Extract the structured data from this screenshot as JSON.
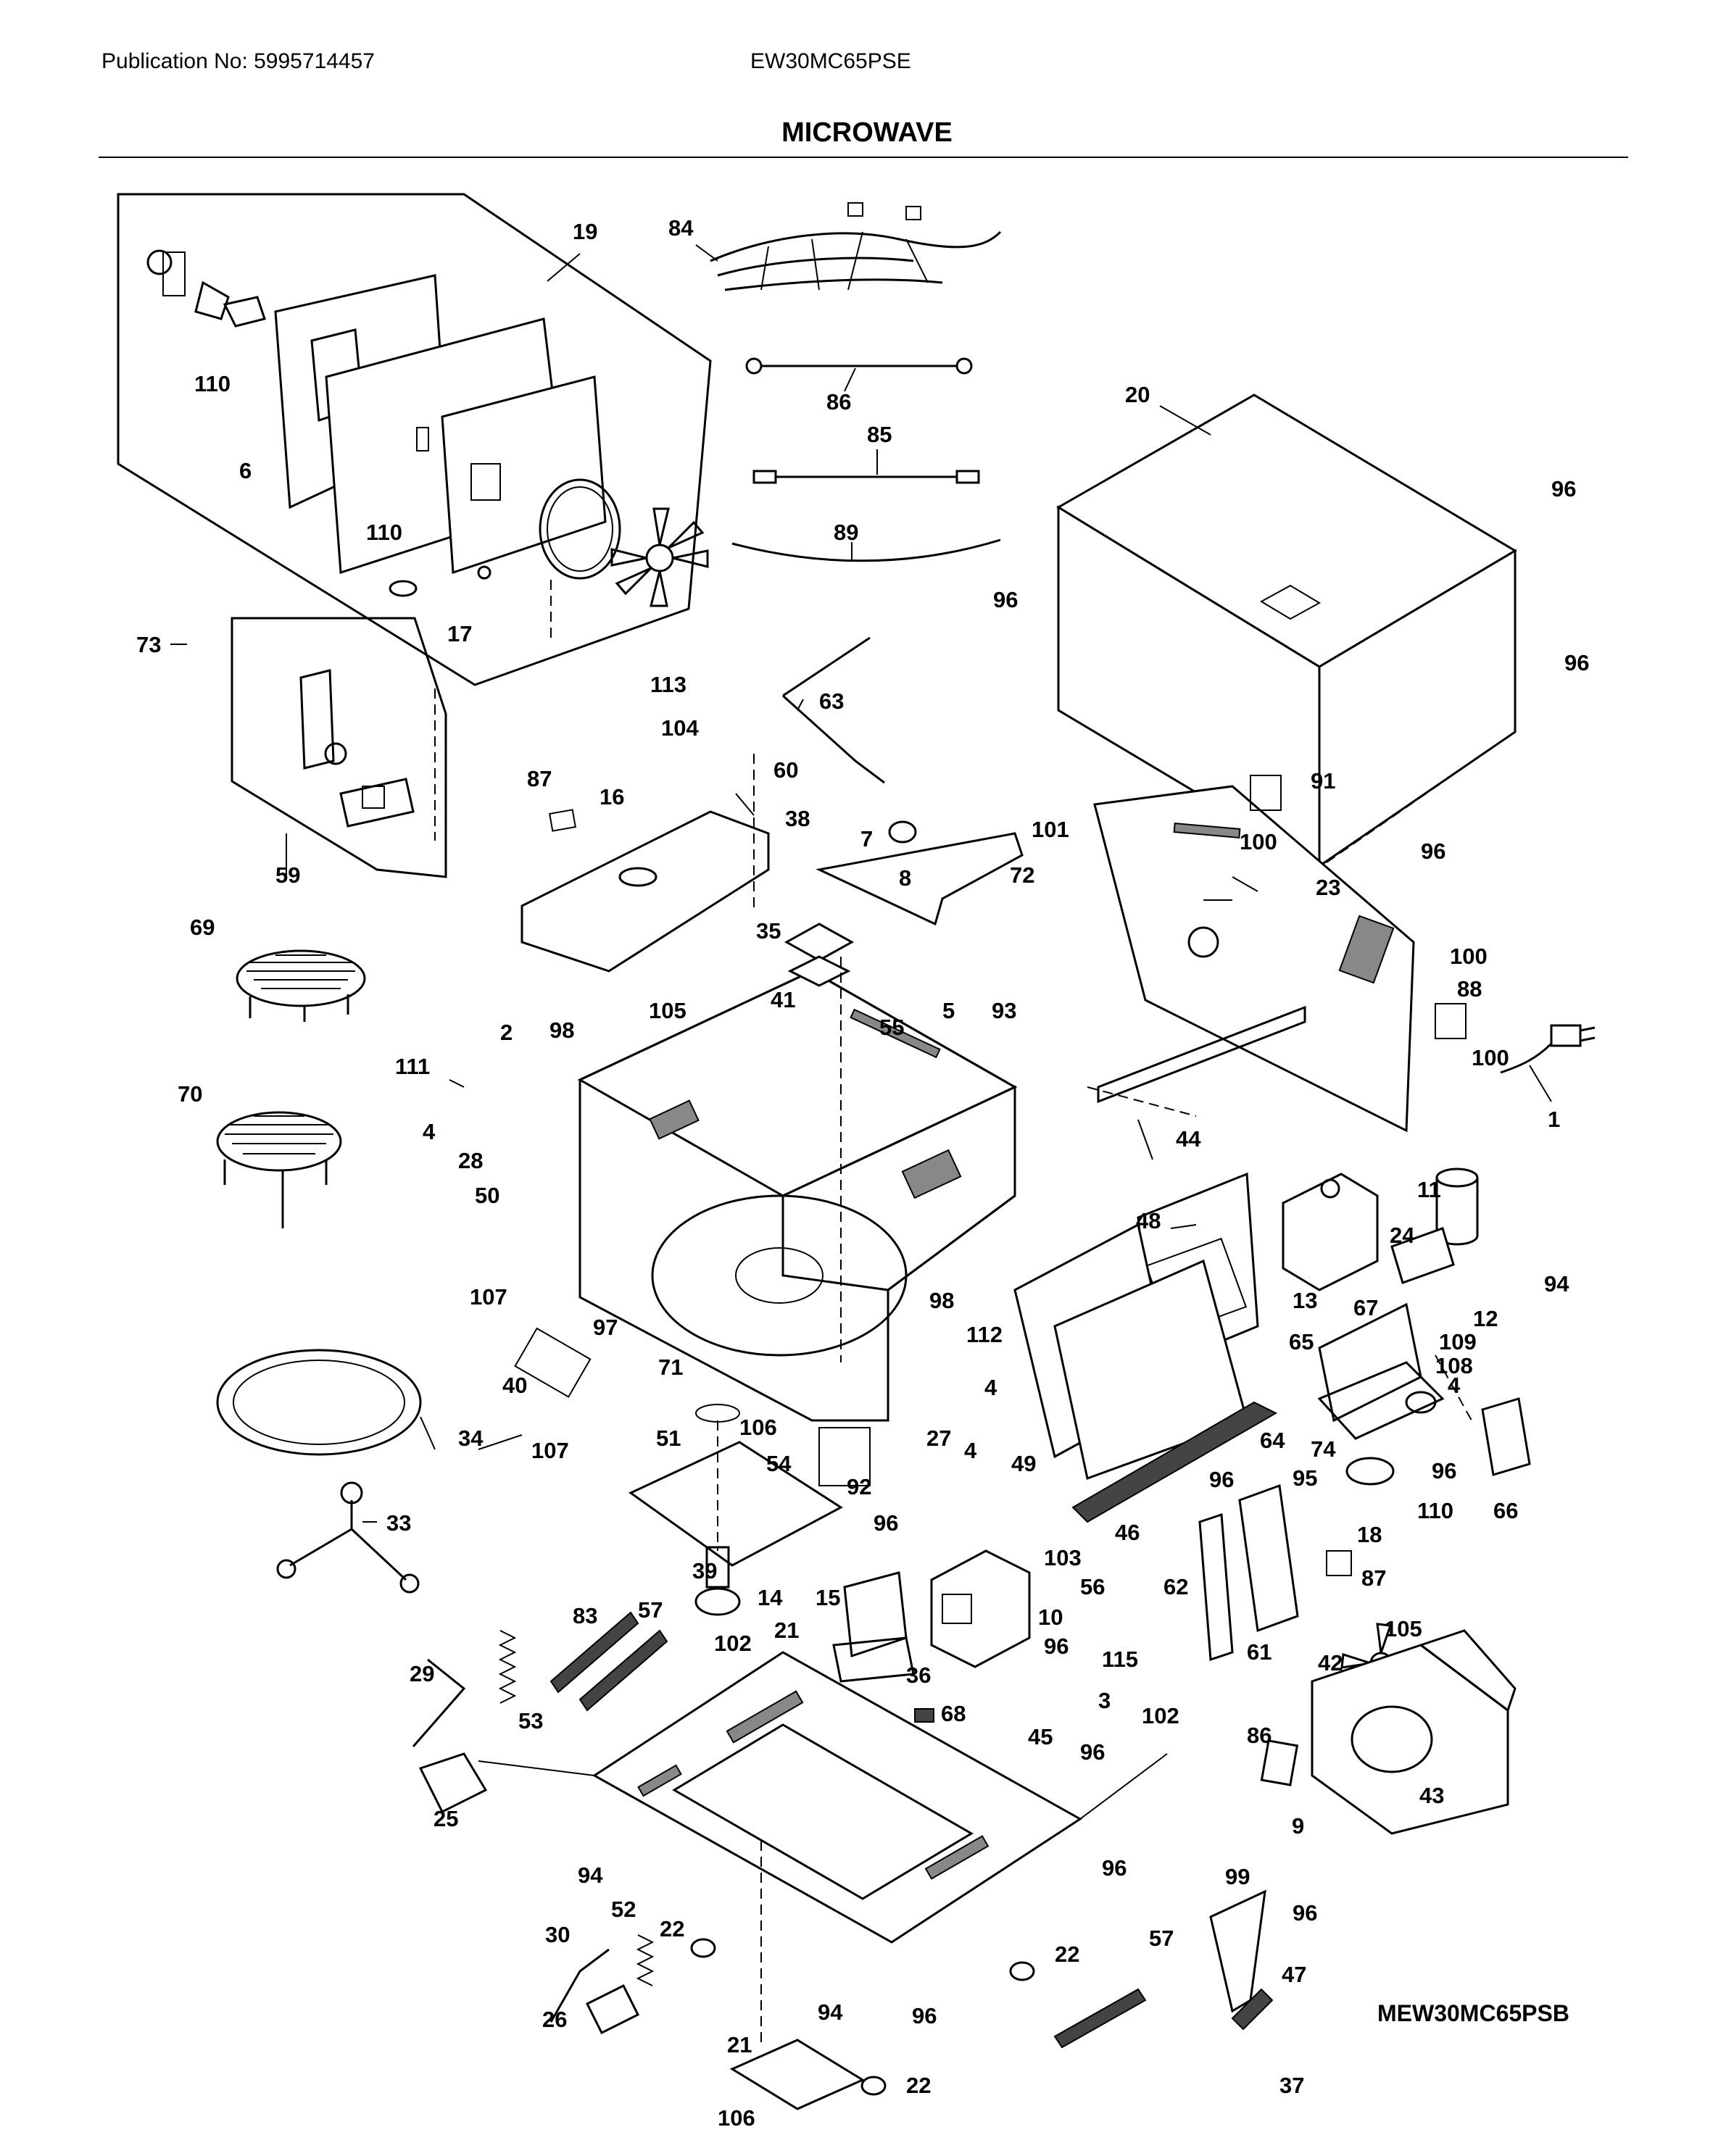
{
  "header": {
    "publication": "Publication No: 5995714457",
    "model": "EW30MC65PSE",
    "section_title": "MICROWAVE"
  },
  "footer": {
    "diagram_code": "MEW30MC65PSB"
  },
  "callouts": [
    {
      "id": "c19",
      "text": "19"
    },
    {
      "id": "c84",
      "text": "84"
    },
    {
      "id": "c86a",
      "text": "86"
    },
    {
      "id": "c85",
      "text": "85"
    },
    {
      "id": "c89",
      "text": "89"
    },
    {
      "id": "c20",
      "text": "20"
    },
    {
      "id": "c96a",
      "text": "96"
    },
    {
      "id": "c96b",
      "text": "96"
    },
    {
      "id": "c96c",
      "text": "96"
    },
    {
      "id": "c96d",
      "text": "96"
    },
    {
      "id": "c110a",
      "text": "110"
    },
    {
      "id": "c6",
      "text": "6"
    },
    {
      "id": "c110b",
      "text": "110"
    },
    {
      "id": "c17",
      "text": "17"
    },
    {
      "id": "c73",
      "text": "73"
    },
    {
      "id": "c59",
      "text": "59"
    },
    {
      "id": "c113",
      "text": "113"
    },
    {
      "id": "c104",
      "text": "104"
    },
    {
      "id": "c63",
      "text": "63"
    },
    {
      "id": "c87a",
      "text": "87"
    },
    {
      "id": "c16",
      "text": "16"
    },
    {
      "id": "c60",
      "text": "60"
    },
    {
      "id": "c38",
      "text": "38"
    },
    {
      "id": "c91",
      "text": "91"
    },
    {
      "id": "c100a",
      "text": "100"
    },
    {
      "id": "c7",
      "text": "7"
    },
    {
      "id": "c8",
      "text": "8"
    },
    {
      "id": "c101",
      "text": "101"
    },
    {
      "id": "c72",
      "text": "72"
    },
    {
      "id": "c23",
      "text": "23"
    },
    {
      "id": "c100b",
      "text": "100"
    },
    {
      "id": "c88",
      "text": "88"
    },
    {
      "id": "c100c",
      "text": "100"
    },
    {
      "id": "c69",
      "text": "69"
    },
    {
      "id": "c35",
      "text": "35"
    },
    {
      "id": "c41",
      "text": "41"
    },
    {
      "id": "c105a",
      "text": "105"
    },
    {
      "id": "c2",
      "text": "2"
    },
    {
      "id": "c98a",
      "text": "98"
    },
    {
      "id": "c55",
      "text": "55"
    },
    {
      "id": "c5",
      "text": "5"
    },
    {
      "id": "c93",
      "text": "93"
    },
    {
      "id": "c111",
      "text": "111"
    },
    {
      "id": "c70",
      "text": "70"
    },
    {
      "id": "c4a",
      "text": "4"
    },
    {
      "id": "c28",
      "text": "28"
    },
    {
      "id": "c44",
      "text": "44"
    },
    {
      "id": "c1",
      "text": "1"
    },
    {
      "id": "c50",
      "text": "50"
    },
    {
      "id": "c11",
      "text": "11"
    },
    {
      "id": "c48",
      "text": "48"
    },
    {
      "id": "c24",
      "text": "24"
    },
    {
      "id": "c107a",
      "text": "107"
    },
    {
      "id": "c98b",
      "text": "98"
    },
    {
      "id": "c13",
      "text": "13"
    },
    {
      "id": "c94a",
      "text": "94"
    },
    {
      "id": "c97",
      "text": "97"
    },
    {
      "id": "c65",
      "text": "65"
    },
    {
      "id": "c67",
      "text": "67"
    },
    {
      "id": "c12",
      "text": "12"
    },
    {
      "id": "c109",
      "text": "109"
    },
    {
      "id": "c112",
      "text": "112"
    },
    {
      "id": "c40",
      "text": "40"
    },
    {
      "id": "c71",
      "text": "71"
    },
    {
      "id": "c108",
      "text": "108"
    },
    {
      "id": "c4b",
      "text": "4"
    },
    {
      "id": "c4c",
      "text": "4"
    },
    {
      "id": "c107b",
      "text": "107"
    },
    {
      "id": "c34",
      "text": "34"
    },
    {
      "id": "c51",
      "text": "51"
    },
    {
      "id": "c106a",
      "text": "106"
    },
    {
      "id": "c27",
      "text": "27"
    },
    {
      "id": "c4d",
      "text": "4"
    },
    {
      "id": "c49",
      "text": "49"
    },
    {
      "id": "c64",
      "text": "64"
    },
    {
      "id": "c74",
      "text": "74"
    },
    {
      "id": "c96e",
      "text": "96"
    },
    {
      "id": "c54",
      "text": "54"
    },
    {
      "id": "c92",
      "text": "92"
    },
    {
      "id": "c96f",
      "text": "96"
    },
    {
      "id": "c95",
      "text": "95"
    },
    {
      "id": "c66",
      "text": "66"
    },
    {
      "id": "c33",
      "text": "33"
    },
    {
      "id": "c46",
      "text": "46"
    },
    {
      "id": "c18",
      "text": "18"
    },
    {
      "id": "c110c",
      "text": "110"
    },
    {
      "id": "c96g",
      "text": "96"
    },
    {
      "id": "c103",
      "text": "103"
    },
    {
      "id": "c39",
      "text": "39"
    },
    {
      "id": "c14",
      "text": "14"
    },
    {
      "id": "c56",
      "text": "56"
    },
    {
      "id": "c15",
      "text": "15"
    },
    {
      "id": "c10",
      "text": "10"
    },
    {
      "id": "c62",
      "text": "62"
    },
    {
      "id": "c87b",
      "text": "87"
    },
    {
      "id": "c83",
      "text": "83"
    },
    {
      "id": "c57a",
      "text": "57"
    },
    {
      "id": "c21a",
      "text": "21"
    },
    {
      "id": "c102a",
      "text": "102"
    },
    {
      "id": "c96h",
      "text": "96"
    },
    {
      "id": "c61",
      "text": "61"
    },
    {
      "id": "c36",
      "text": "36"
    },
    {
      "id": "c115",
      "text": "115"
    },
    {
      "id": "c105b",
      "text": "105"
    },
    {
      "id": "c29",
      "text": "29"
    },
    {
      "id": "c42",
      "text": "42"
    },
    {
      "id": "c3",
      "text": "3"
    },
    {
      "id": "c53",
      "text": "53"
    },
    {
      "id": "c68",
      "text": "68"
    },
    {
      "id": "c102b",
      "text": "102"
    },
    {
      "id": "c45",
      "text": "45"
    },
    {
      "id": "c96i",
      "text": "96"
    },
    {
      "id": "c86b",
      "text": "86"
    },
    {
      "id": "c25",
      "text": "25"
    },
    {
      "id": "c43",
      "text": "43"
    },
    {
      "id": "c9",
      "text": "9"
    },
    {
      "id": "c94b",
      "text": "94"
    },
    {
      "id": "c96j",
      "text": "96"
    },
    {
      "id": "c99",
      "text": "99"
    },
    {
      "id": "c52",
      "text": "52"
    },
    {
      "id": "c22a",
      "text": "22"
    },
    {
      "id": "c96k",
      "text": "96"
    },
    {
      "id": "c30",
      "text": "30"
    },
    {
      "id": "c22b",
      "text": "22"
    },
    {
      "id": "c57b",
      "text": "57"
    },
    {
      "id": "c47",
      "text": "47"
    },
    {
      "id": "c26",
      "text": "26"
    },
    {
      "id": "c21b",
      "text": "21"
    },
    {
      "id": "c94c",
      "text": "94"
    },
    {
      "id": "c96l",
      "text": "96"
    },
    {
      "id": "c22c",
      "text": "22"
    },
    {
      "id": "c106b",
      "text": "106"
    },
    {
      "id": "c37",
      "text": "37"
    }
  ]
}
